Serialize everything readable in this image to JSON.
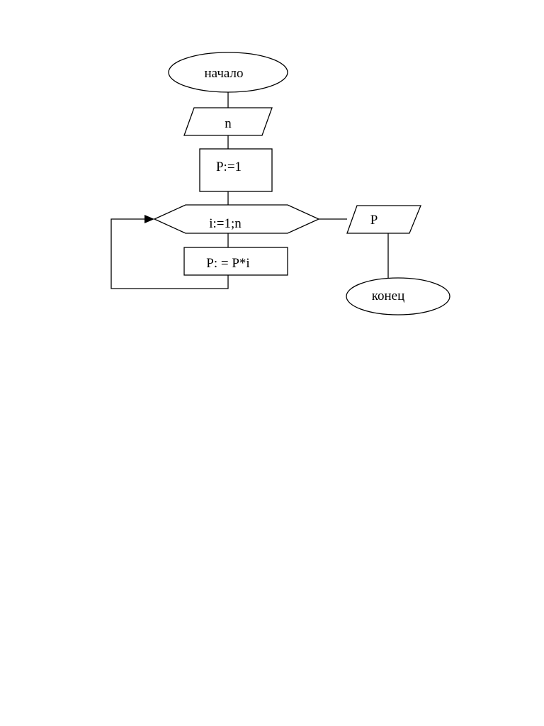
{
  "flowchart": {
    "start": {
      "label": "начало"
    },
    "input": {
      "label": "n"
    },
    "init": {
      "label": "P:=1"
    },
    "loop": {
      "label": "i:=1;n"
    },
    "body": {
      "label": "P: = P*i"
    },
    "output": {
      "label": "P"
    },
    "end": {
      "label": "конец"
    }
  }
}
